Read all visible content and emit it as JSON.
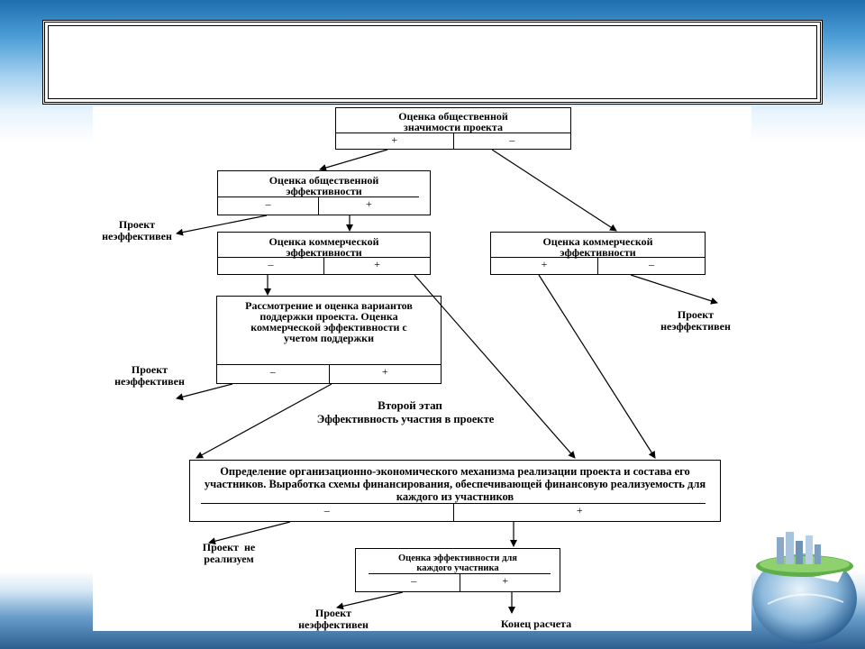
{
  "slide": {
    "title": "",
    "accent_color": "#1d6fae"
  },
  "diagram": {
    "nodes": [
      {
        "id": "n1",
        "text": "Оценка общественной значимости проекта",
        "left": "+",
        "right": "–"
      },
      {
        "id": "n2",
        "text": "Оценка общественной эффективности",
        "left": "–",
        "right": "+"
      },
      {
        "id": "n3",
        "text": "Оценка коммерческой эффективности",
        "left": "–",
        "right": "+"
      },
      {
        "id": "n4",
        "text": "Оценка коммерческой эффективности",
        "left": "+",
        "right": "–"
      },
      {
        "id": "n5",
        "text": "Рассмотрение и оценка вариантов поддержки проекта. Оценка коммерческой эффективности с учетом поддержки",
        "left": "–",
        "right": "+"
      },
      {
        "id": "n6",
        "text": "Определение организационно-экономического механизма реализации проекта и состава его участников. Выработка схемы финансирования, обеспечивающей финансовую реализуемость для каждого из участников",
        "left": "–",
        "right": "+"
      },
      {
        "id": "n7",
        "text": "Оценка эффективности для каждого участника",
        "left": "–",
        "right": "+"
      }
    ],
    "outcomes": {
      "ineffective_a": [
        "Проект",
        "неэффективен"
      ],
      "ineffective_b": [
        "Проект",
        "неэффективен"
      ],
      "ineffective_c": [
        "Проект",
        "неэффективен"
      ],
      "not_feasible": [
        "Проект  не",
        "реализуем"
      ],
      "ineffective_d": [
        "Проект",
        "неэффективен"
      ],
      "end": "Конец расчета"
    },
    "stage": {
      "title": "Второй этап",
      "subtitle": "Эффективность участия в проекте"
    }
  }
}
